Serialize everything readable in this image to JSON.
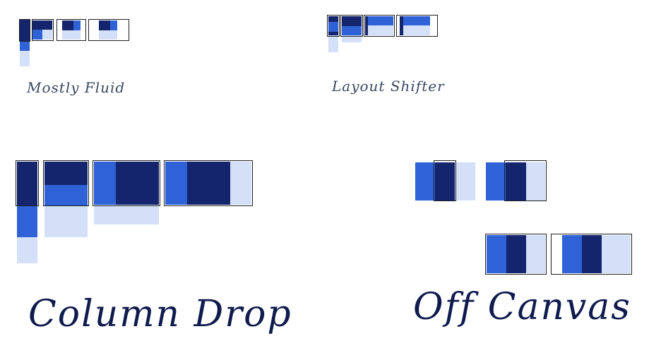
{
  "colors": {
    "dark": "#14256e",
    "mid": "#2f62d6",
    "light": "#d3e0f8",
    "outline": "#202020"
  },
  "labels": {
    "mostly_fluid": "Mostly Fluid",
    "layout_shifter": "Layout Shifter",
    "column_drop": "Column Drop",
    "off_canvas": "Off Canvas"
  }
}
